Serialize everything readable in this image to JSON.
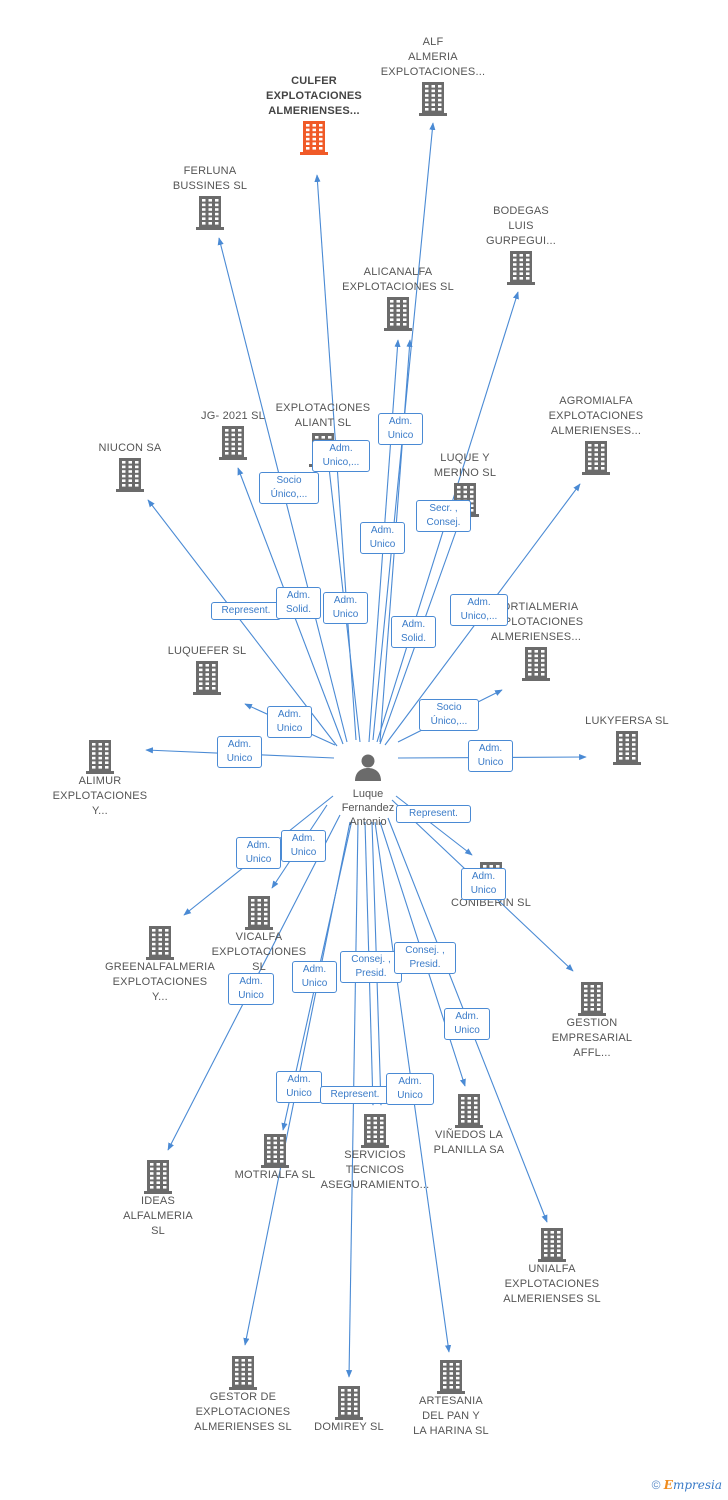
{
  "center": {
    "label_lines": [
      "Luque",
      "Fernandez",
      "Antonio"
    ],
    "icon": "person-icon"
  },
  "colors": {
    "edge": "#4a8ad4",
    "building": "#6b6b6b",
    "highlight": "#f05a28",
    "text": "#555555"
  },
  "companies": [
    {
      "id": "culfer",
      "lines": [
        "CULFER",
        "EXPLOTACIONES",
        "ALMERIENSES..."
      ],
      "highlight": true
    },
    {
      "id": "alf-almeria",
      "lines": [
        "ALF",
        "ALMERIA",
        "EXPLOTACIONES..."
      ]
    },
    {
      "id": "ferluna",
      "lines": [
        "FERLUNA",
        "BUSSINES  SL"
      ]
    },
    {
      "id": "bodegas-luis",
      "lines": [
        "BODEGAS",
        "LUIS",
        "GURPEGUI..."
      ]
    },
    {
      "id": "alicanalfa",
      "lines": [
        "ALICANALFA",
        "EXPLOTACIONES SL"
      ]
    },
    {
      "id": "jg-2021",
      "lines": [
        "JG- 2021  SL"
      ]
    },
    {
      "id": "explotaciones-aliant",
      "lines": [
        "EXPLOTACIONES",
        "ALIANT SL"
      ]
    },
    {
      "id": "agromialfa",
      "lines": [
        "AGROMIALFA",
        "EXPLOTACIONES",
        "ALMERIENSES..."
      ]
    },
    {
      "id": "niucon",
      "lines": [
        "NIUCON SA"
      ]
    },
    {
      "id": "luque-merino",
      "lines": [
        "LUQUE Y",
        "MERINO  SL"
      ]
    },
    {
      "id": "hortialmeria",
      "lines": [
        "HORTIALMERIA",
        "EXPLOTACIONES",
        "ALMERIENSES..."
      ]
    },
    {
      "id": "luquefer",
      "lines": [
        "LUQUEFER SL"
      ]
    },
    {
      "id": "lukyfersa",
      "lines": [
        "LUKYFERSA SL"
      ]
    },
    {
      "id": "alimur",
      "lines": [
        "ALIMUR",
        "EXPLOTACIONES",
        "Y..."
      ]
    },
    {
      "id": "coniberin",
      "lines": [
        "CONIBERIN SL"
      ]
    },
    {
      "id": "vicalfa",
      "lines": [
        "VICALFA",
        "EXPLOTACIONES",
        "SL"
      ]
    },
    {
      "id": "greenalfalmeria",
      "lines": [
        "GREENALFALMERIA",
        "EXPLOTACIONES",
        "Y..."
      ]
    },
    {
      "id": "gestion-empresarial",
      "lines": [
        "GESTION",
        "EMPRESARIAL",
        "AFFL..."
      ]
    },
    {
      "id": "servicios-tecnicos",
      "lines": [
        "SERVICIOS",
        "TECNICOS",
        "ASEGURAMIENTO..."
      ]
    },
    {
      "id": "vinedos",
      "lines": [
        "VIÑEDOS LA",
        "PLANILLA SA"
      ]
    },
    {
      "id": "motrialfa",
      "lines": [
        "MOTRIALFA SL"
      ]
    },
    {
      "id": "ideas-alfalmeria",
      "lines": [
        "IDEAS",
        "ALFALMERIA",
        "SL"
      ]
    },
    {
      "id": "unialfa",
      "lines": [
        "UNIALFA",
        "EXPLOTACIONES",
        "ALMERIENSES SL"
      ]
    },
    {
      "id": "gestor-explotaciones",
      "lines": [
        "GESTOR DE",
        "EXPLOTACIONES",
        "ALMERIENSES SL"
      ]
    },
    {
      "id": "domirey",
      "lines": [
        "DOMIREY SL"
      ]
    },
    {
      "id": "artesania",
      "lines": [
        "ARTESANIA",
        "DEL PAN Y",
        "LA HARINA SL"
      ]
    }
  ],
  "roles": [
    {
      "id": "r-alf",
      "lines": [
        "Adm.",
        "Unico"
      ]
    },
    {
      "id": "r-aliant",
      "lines": [
        "Adm.",
        "Unico,..."
      ]
    },
    {
      "id": "r-jg",
      "lines": [
        "Socio",
        "Único,..."
      ]
    },
    {
      "id": "r-alican",
      "lines": [
        "Adm.",
        "Unico"
      ]
    },
    {
      "id": "r-luque-merino",
      "lines": [
        "Secr. ,",
        "Consej."
      ]
    },
    {
      "id": "r-niucon",
      "lines": [
        "Represent."
      ]
    },
    {
      "id": "r-ferluna",
      "lines": [
        "Adm.",
        "Solid."
      ]
    },
    {
      "id": "r-culfer",
      "lines": [
        "Adm.",
        "Unico"
      ]
    },
    {
      "id": "r-bodegas",
      "lines": [
        "Adm.",
        "Solid."
      ]
    },
    {
      "id": "r-agromialfa",
      "lines": [
        "Adm.",
        "Unico,..."
      ]
    },
    {
      "id": "r-hortialmeria",
      "lines": [
        "Socio",
        "Único,..."
      ]
    },
    {
      "id": "r-luquefer",
      "lines": [
        "Adm.",
        "Unico"
      ]
    },
    {
      "id": "r-alimur",
      "lines": [
        "Adm.",
        "Unico"
      ]
    },
    {
      "id": "r-lukyfersa",
      "lines": [
        "Adm.",
        "Unico"
      ]
    },
    {
      "id": "r-represent-right",
      "lines": [
        "Represent."
      ]
    },
    {
      "id": "r-green",
      "lines": [
        "Adm.",
        "Unico"
      ]
    },
    {
      "id": "r-vicalfa",
      "lines": [
        "Adm.",
        "Unico"
      ]
    },
    {
      "id": "r-coniberin",
      "lines": [
        "Adm.",
        "Unico"
      ]
    },
    {
      "id": "r-ideas",
      "lines": [
        "Adm.",
        "Unico"
      ]
    },
    {
      "id": "r-motrialfa",
      "lines": [
        "Adm.",
        "Unico"
      ]
    },
    {
      "id": "r-servicios-1",
      "lines": [
        "Consej. ,",
        "Presid."
      ]
    },
    {
      "id": "r-servicios-2",
      "lines": [
        "Consej. ,",
        "Presid."
      ]
    },
    {
      "id": "r-vinedos",
      "lines": [
        "Adm.",
        "Unico"
      ]
    },
    {
      "id": "r-gestor",
      "lines": [
        "Adm.",
        "Unico"
      ]
    },
    {
      "id": "r-represent-low",
      "lines": [
        "Represent."
      ]
    },
    {
      "id": "r-artesania",
      "lines": [
        "Adm.",
        "Unico"
      ]
    }
  ],
  "footer": {
    "copyright": "©",
    "brand_e": "E",
    "brand_rest": "mpresia"
  }
}
